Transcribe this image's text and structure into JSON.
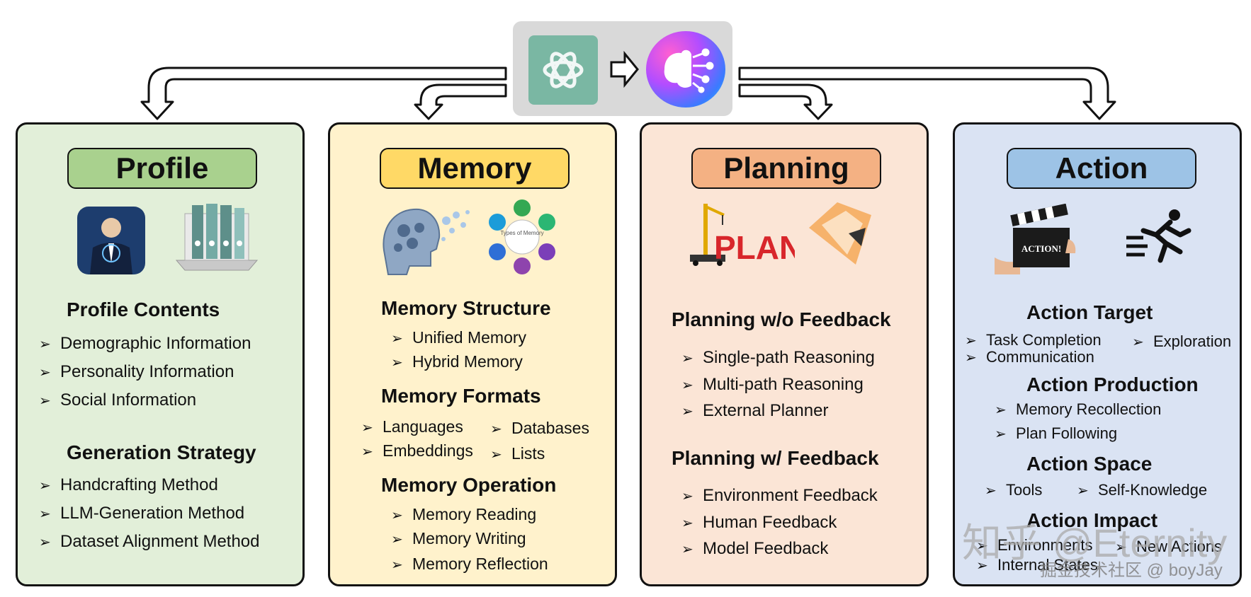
{
  "hub": {
    "llm_icon": "openai-logo-icon",
    "arrow_icon": "right-arrow-icon",
    "agent_icon": "ai-brain-icon"
  },
  "profile": {
    "title": "Profile",
    "section1": "Profile Contents",
    "items1": [
      "Demographic Information",
      "Personality Information",
      "Social Information"
    ],
    "section2": "Generation Strategy",
    "items2": [
      "Handcrafting Method",
      "LLM-Generation Method",
      "Dataset Alignment Method"
    ]
  },
  "memory": {
    "title": "Memory",
    "section1": "Memory Structure",
    "items1": [
      "Unified Memory",
      "Hybrid Memory"
    ],
    "section2": "Memory Formats",
    "items2": [
      "Languages",
      "Databases",
      "Embeddings",
      "Lists"
    ],
    "section3": "Memory Operation",
    "items3": [
      "Memory Reading",
      "Memory Writing",
      "Memory Reflection"
    ],
    "types_label": "Types of Memory"
  },
  "planning": {
    "title": "Planning",
    "section1": "Planning w/o Feedback",
    "items1": [
      "Single-path Reasoning",
      "Multi-path Reasoning",
      "External Planner"
    ],
    "section2": "Planning w/ Feedback",
    "items2": [
      "Environment Feedback",
      "Human Feedback",
      "Model Feedback"
    ],
    "plan_label": "PLAN"
  },
  "action": {
    "title": "Action",
    "section1": "Action Target",
    "items1": [
      "Task Completion",
      "Exploration",
      "Communication"
    ],
    "section2": "Action Production",
    "items2": [
      "Memory Recollection",
      "Plan Following"
    ],
    "section3": "Action Space",
    "items3": [
      "Tools",
      "Self-Knowledge"
    ],
    "section4": "Action Impact",
    "items4": [
      "Environments",
      "New Actions",
      "Internal States"
    ],
    "clapper_label": "ACTION!"
  },
  "watermark": {
    "main": "知乎 @Eternity",
    "sub": "掘金技术社区 @ boyJay"
  },
  "colors": {
    "profile_bg": "#e2efd9",
    "profile_pill": "#a9d18e",
    "memory_bg": "#fff2cc",
    "memory_pill": "#ffd966",
    "planning_bg": "#fbe5d6",
    "planning_pill": "#f4b183",
    "action_bg": "#dae3f3",
    "action_pill": "#9dc3e6",
    "hub_bg": "#d9d9d9"
  }
}
